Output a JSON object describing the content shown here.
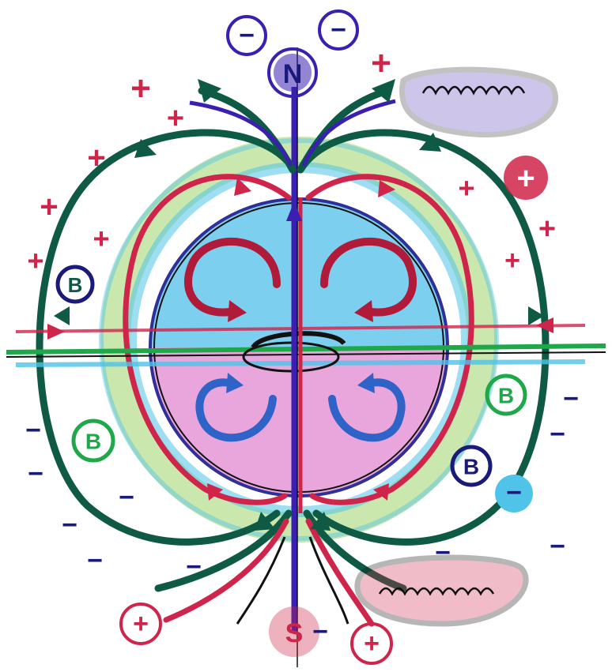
{
  "labels": {
    "north_pole": "N",
    "south_pole": "S",
    "field_left_upper": "B",
    "field_left_lower": "B",
    "field_right_upper": "B",
    "field_right_lower": "B",
    "charge_top_left": "−",
    "charge_top_right": "−",
    "charge_right_badge": "+",
    "charge_right_minus_badge": "−",
    "charge_bottom_left": "+",
    "charge_bottom_right": "+",
    "plus_mark": "+",
    "minus_mark": "−"
  },
  "colors": {
    "field_green": "#0e5a45",
    "positive_red": "#d0254a",
    "negative_navy": "#1a1a7a",
    "upper_fill": "#7ccfef",
    "lower_fill": "#e8a6dc",
    "inner_loop_red": "#b01b3a",
    "inner_loop_blue": "#2f63c8",
    "halo_green": "#9fd66b",
    "halo_cyan": "#4fc3e8",
    "pole_purple": "#3b1fb0",
    "equator_green": "#1fa84a",
    "black": "#111111"
  }
}
